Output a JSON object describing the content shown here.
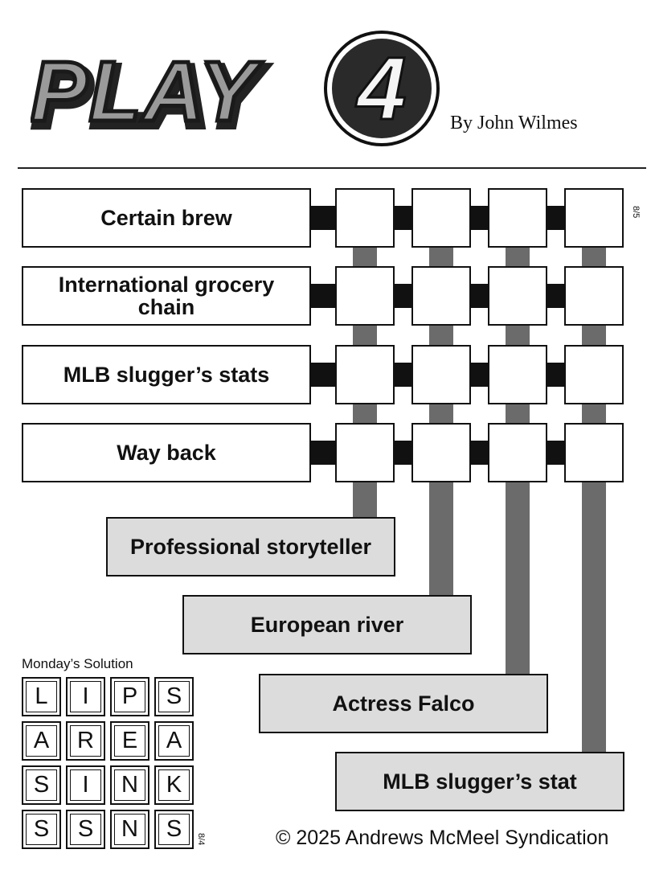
{
  "header": {
    "logo_text": "PLAY",
    "logo_number": "4",
    "byline": "By John Wilmes"
  },
  "puzzle": {
    "date": "8/5",
    "row_clues": [
      "Certain brew",
      "International grocery chain",
      "MLB slugger’s stats",
      "Way back"
    ],
    "column_clues": [
      "Professional storyteller",
      "European river",
      "Actress Falco",
      "MLB slugger’s stat"
    ]
  },
  "solution": {
    "title": "Monday’s Solution",
    "date": "8/4",
    "grid": [
      [
        "L",
        "I",
        "P",
        "S"
      ],
      [
        "A",
        "R",
        "E",
        "A"
      ],
      [
        "S",
        "I",
        "N",
        "K"
      ],
      [
        "S",
        "S",
        "N",
        "S"
      ]
    ]
  },
  "footer": {
    "copyright": "© 2025 Andrews McMeel Syndication"
  },
  "colors": {
    "column_clue_fill": "#dcdcdc",
    "row_connector": "#111111",
    "column_connector": "#6b6b6b"
  }
}
